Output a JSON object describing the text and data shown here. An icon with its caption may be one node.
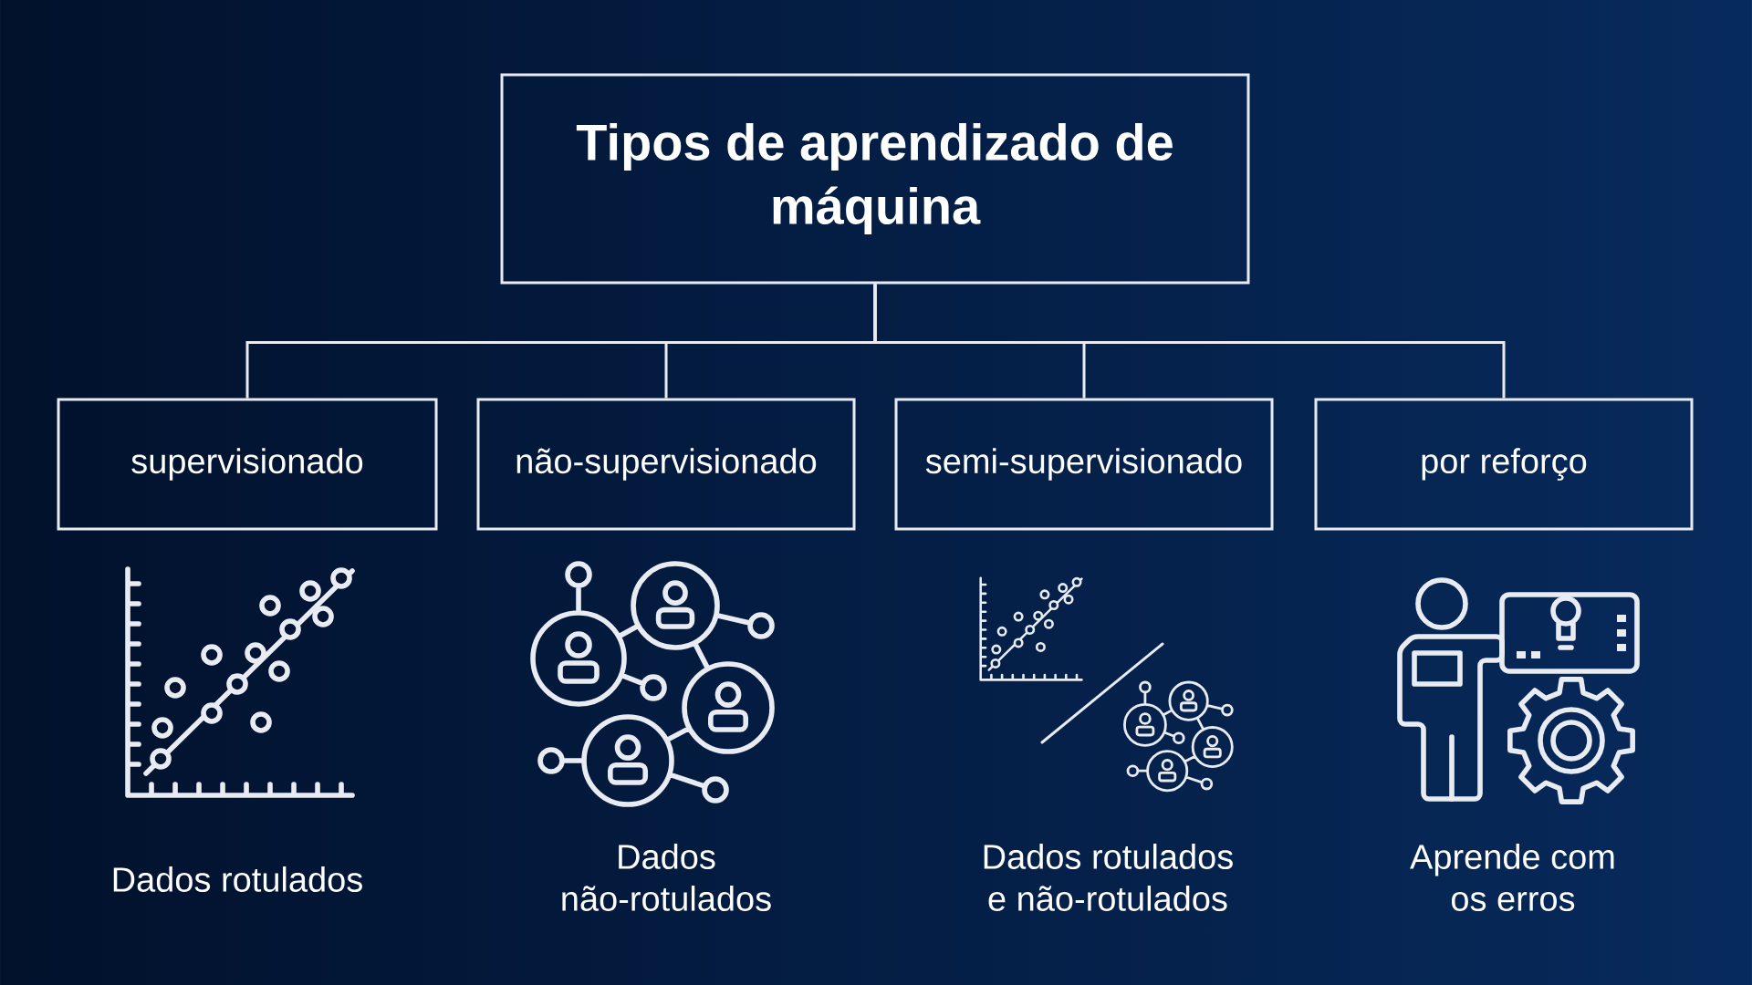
{
  "diagram": {
    "nodes": [
      {
        "text": [
          "Tipos de aprendizado de máquina"
        ]
      },
      {
        "text": [
          "supervisionado"
        ]
      },
      {
        "text": [
          "não-supervisionado"
        ]
      },
      {
        "text": [
          "semi-supervisionado"
        ]
      },
      {
        "text": [
          "por reforço"
        ]
      }
    ],
    "edges": [
      {
        "from": 0,
        "to": 1,
        "arrow": "none"
      },
      {
        "from": 0,
        "to": 2,
        "arrow": "none"
      },
      {
        "from": 0,
        "to": 3,
        "arrow": "none"
      },
      {
        "from": 0,
        "to": 4,
        "arrow": "none"
      }
    ],
    "labels": [
      "Dados rotulados",
      "Dados não-rotulados",
      "Dados rotulados e não-rotulados",
      "Aprende com os erros"
    ]
  }
}
